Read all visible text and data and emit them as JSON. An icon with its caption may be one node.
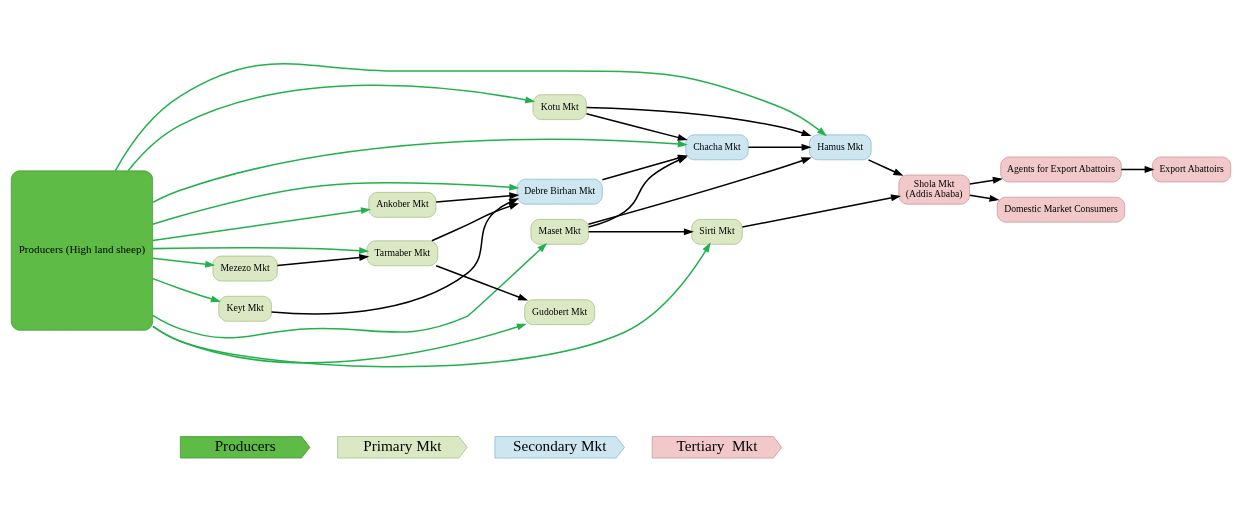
{
  "diagram": {
    "nodes": [
      {
        "text": [
          "Producers (High land sheep)"
        ]
      },
      {
        "text": [
          "Mezezo Mkt"
        ]
      },
      {
        "text": [
          "Ankober Mkt"
        ]
      },
      {
        "text": [
          "Kotu Mkt"
        ]
      },
      {
        "text": [
          "Agents for Export Abattoirs"
        ]
      },
      {
        "text": [
          "Export Abattoirs"
        ]
      },
      {
        "text": [
          "Tarmaber Mkt"
        ]
      },
      {
        "text": [
          "Debre Birhan Mkt"
        ]
      },
      {
        "text": [
          "Chacha Mkt"
        ]
      },
      {
        "text": [
          "Hamus Mkt"
        ]
      },
      {
        "text": [
          "Shola Mkt",
          "(Addis Ababa)"
        ]
      },
      {
        "text": [
          "Domestic Market Consumers"
        ]
      },
      {
        "text": [
          "Gudobert Mkt"
        ]
      },
      {
        "text": [
          "Keyt Mkt"
        ]
      },
      {
        "text": [
          "Maset Mkt"
        ]
      },
      {
        "text": [
          "Sirti Mkt"
        ]
      },
      {
        "text": [
          "Producers"
        ]
      },
      {
        "text": [
          "Primary Mkt"
        ]
      },
      {
        "text": [
          "Secondary Mkt"
        ]
      },
      {
        "text": [
          "Tertiary  Mkt"
        ]
      }
    ],
    "edges": [
      {
        "from": 0,
        "to": 1,
        "arrow": "to",
        "color": "#22b14c"
      },
      {
        "from": 0,
        "to": 2,
        "arrow": "to",
        "color": "#22b14c"
      },
      {
        "from": 0,
        "to": 7,
        "arrow": "to",
        "color": "#22b14c"
      },
      {
        "from": 0,
        "to": 8,
        "arrow": "to",
        "color": "#22b14c"
      },
      {
        "from": 0,
        "to": 3,
        "arrow": "to",
        "color": "#22b14c"
      },
      {
        "from": 0,
        "to": 9,
        "arrow": "to",
        "color": "#22b14c"
      },
      {
        "from": 0,
        "to": 6,
        "arrow": "to",
        "color": "#22b14c"
      },
      {
        "from": 0,
        "to": 12,
        "arrow": "to",
        "color": "#22b14c"
      },
      {
        "from": 0,
        "to": 13,
        "arrow": "to",
        "color": "#22b14c"
      },
      {
        "from": 0,
        "to": 14,
        "arrow": "to",
        "color": "#22b14c"
      },
      {
        "from": 0,
        "to": 15,
        "arrow": "to",
        "color": "#22b14c"
      },
      {
        "from": 1,
        "to": 6,
        "arrow": "to"
      },
      {
        "from": 2,
        "to": 7,
        "arrow": "to"
      },
      {
        "from": 6,
        "to": 12,
        "arrow": "to"
      },
      {
        "from": 6,
        "to": 7,
        "arrow": "to"
      },
      {
        "from": 13,
        "to": 7,
        "arrow": "to"
      },
      {
        "from": 7,
        "to": 8,
        "arrow": "to"
      },
      {
        "from": 3,
        "to": 8,
        "arrow": "to"
      },
      {
        "from": 3,
        "to": 9,
        "arrow": "to"
      },
      {
        "from": 8,
        "to": 9,
        "arrow": "to"
      },
      {
        "from": 14,
        "to": 8,
        "arrow": "to"
      },
      {
        "from": 14,
        "to": 9,
        "arrow": "to"
      },
      {
        "from": 14,
        "to": 15,
        "arrow": "to"
      },
      {
        "from": 9,
        "to": 10,
        "arrow": "to"
      },
      {
        "from": 15,
        "to": 10,
        "arrow": "to"
      },
      {
        "from": 10,
        "to": 4,
        "arrow": "to"
      },
      {
        "from": 4,
        "to": 5,
        "arrow": "to"
      },
      {
        "from": 10,
        "to": 11,
        "arrow": "to"
      }
    ]
  }
}
